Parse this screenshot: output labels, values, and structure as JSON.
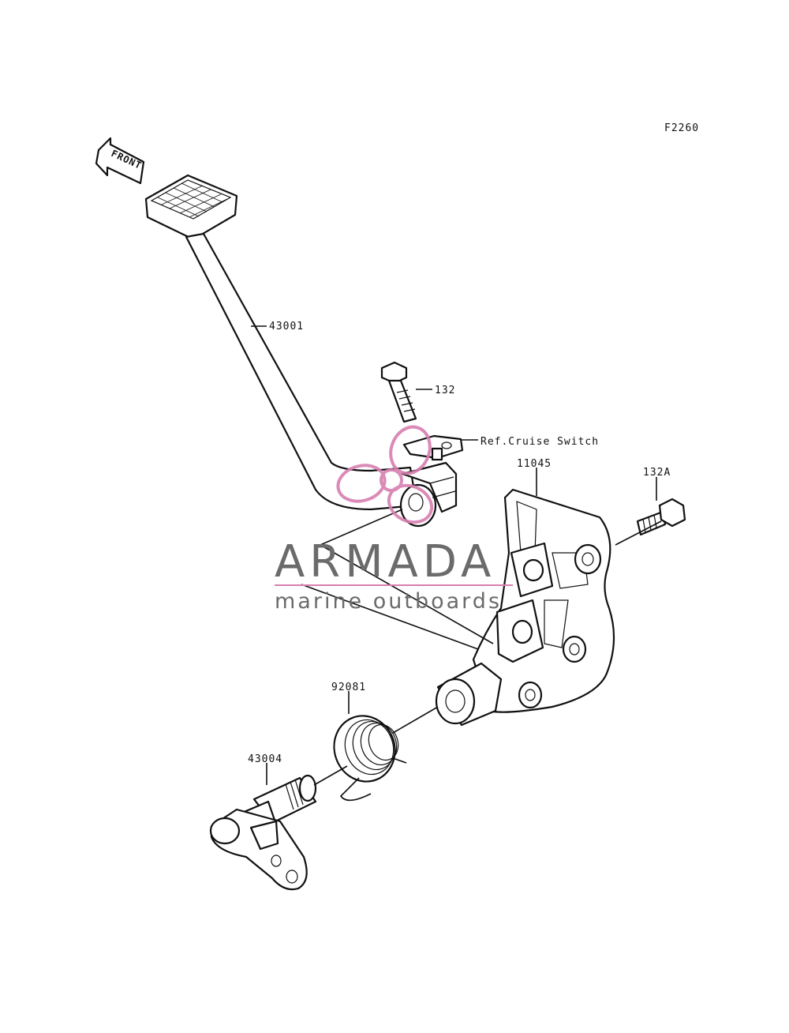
{
  "diagram_code": "F2260",
  "front_arrow_label": "FRONT",
  "parts": [
    {
      "id": "p43001",
      "label": "43001"
    },
    {
      "id": "p132",
      "label": "132"
    },
    {
      "id": "pref",
      "label": "Ref.Cruise Switch"
    },
    {
      "id": "p11045",
      "label": "11045"
    },
    {
      "id": "p132a",
      "label": "132A"
    },
    {
      "id": "p92081",
      "label": "92081"
    },
    {
      "id": "p43004",
      "label": "43004"
    }
  ],
  "watermark": {
    "brand": "ARMADA",
    "tagline": "marine outboards",
    "color": "#d77fb0"
  }
}
